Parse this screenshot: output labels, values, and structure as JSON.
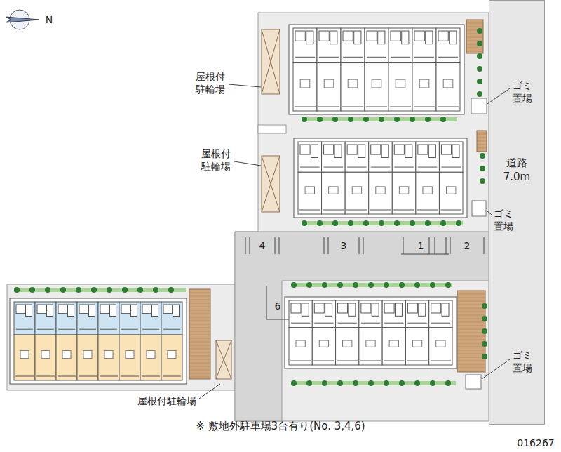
{
  "diagram": {
    "caption": "※ 敷地外駐車場3台有り(No. 3,4,6)",
    "nodes": [
      {
        "text": [
          "道路 7.0m"
        ]
      }
    ],
    "labels": [
      "N",
      "屋根付 駐輪場",
      "屋根付 駐輪場",
      "ゴミ 置場",
      "4",
      "3",
      "1",
      "2",
      "ゴミ 置場",
      "6",
      "ゴミ 置場",
      "屋根付駐輪場",
      "016267"
    ]
  }
}
